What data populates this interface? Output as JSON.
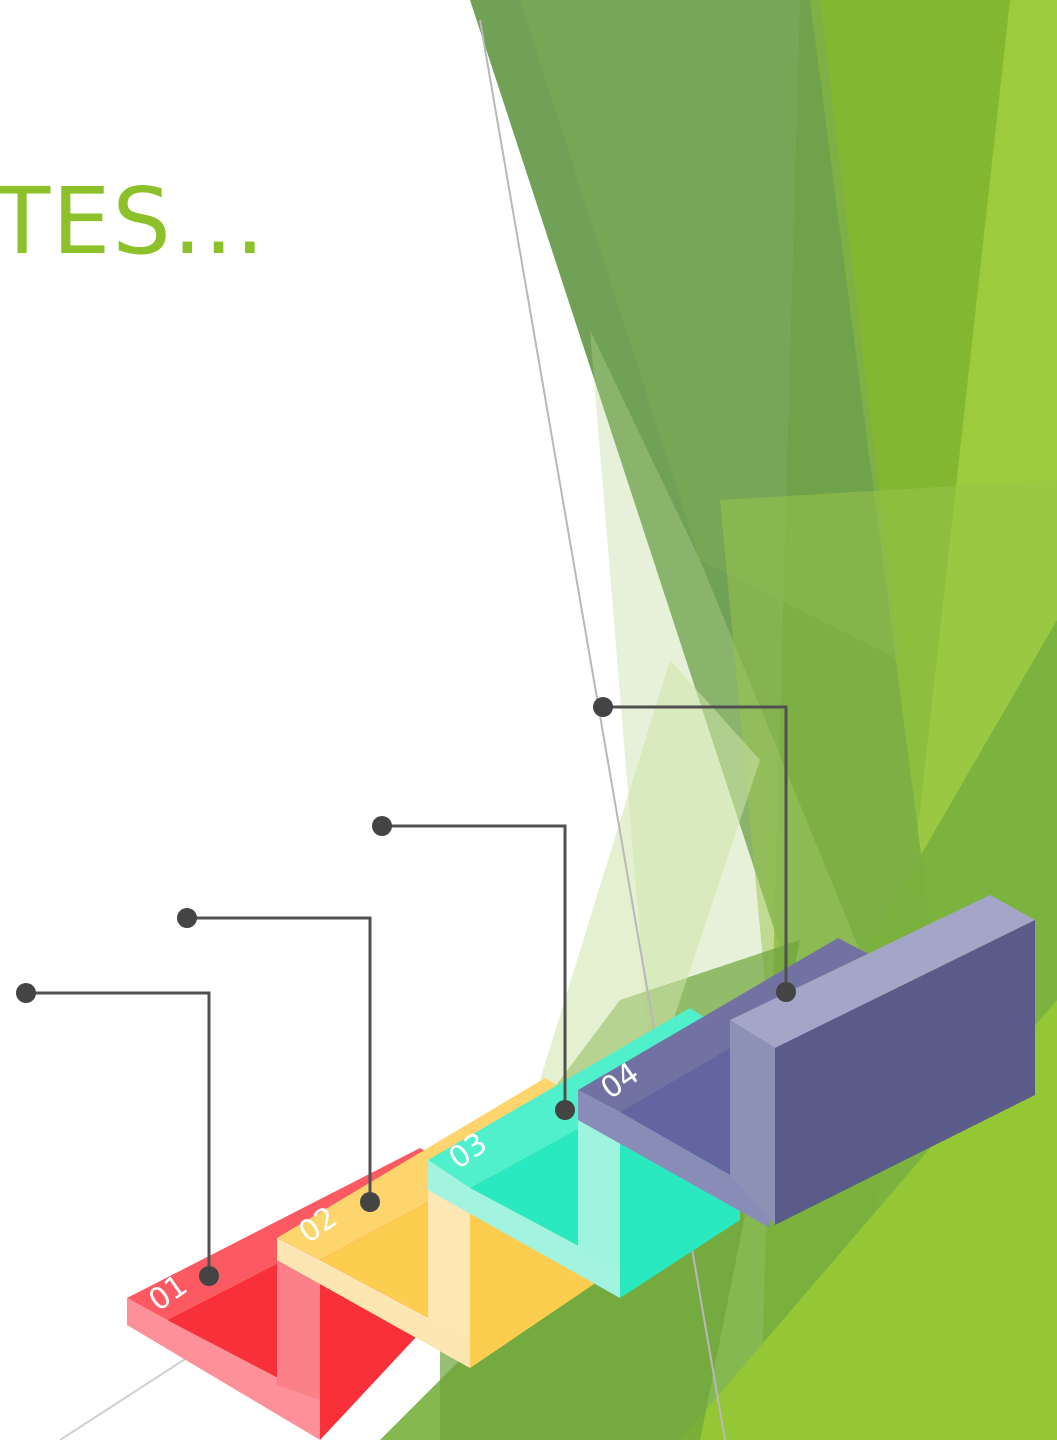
{
  "slide": {
    "title": "TES...",
    "colors": {
      "title": "#8cc12a",
      "green_dark": "#4a8a22",
      "green_mid": "#6a9a40",
      "green_light": "#9bc83e",
      "leader_line": "#505050"
    }
  },
  "steps": [
    {
      "number": "01",
      "color": "#f7303a"
    },
    {
      "number": "02",
      "color": "#fdd156"
    },
    {
      "number": "03",
      "color": "#2ae9c1"
    },
    {
      "number": "04",
      "color": "#606092"
    }
  ]
}
